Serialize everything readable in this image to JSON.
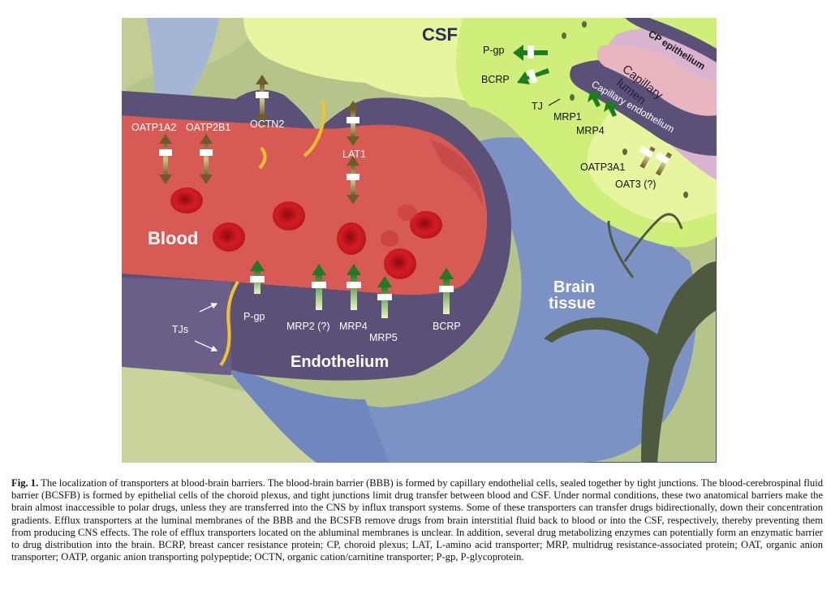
{
  "diagram": {
    "regions": {
      "blood": "Blood",
      "endothelium": "Endothelium",
      "brain_tissue": "Brain\ntissue",
      "csf": "CSF",
      "cp_epithelium": "CP epithelium",
      "capillary_lumen": "Capillary\nlumen",
      "capillary_endothelium": "Capillary endothelium"
    },
    "bbb_transporters": {
      "oatp1a2": "OATP1A2",
      "oatp2b1": "OATP2B1",
      "octn2": "OCTN2",
      "lat1": "LAT1",
      "pgp": "P-gp",
      "mrp2": "MRP2 (?)",
      "mrp4": "MRP4",
      "mrp5": "MRP5",
      "bcrp": "BCRP",
      "tjs": "TJs"
    },
    "bcsfb_transporters": {
      "pgp": "P-gp",
      "bcrp": "BCRP",
      "tj": "TJ",
      "mrp1": "MRP1",
      "mrp4": "MRP4",
      "oatp3a1": "OATP3A1",
      "oat3": "OAT3 (?)"
    },
    "colors": {
      "frame_bg": "#b5c48a",
      "endothelium": "#5b5078",
      "blood": "#d75a55",
      "rbc": "#c81820",
      "csf_green": "#e6f59e",
      "brain": "#7d92c4",
      "tree": "#4e5a3e",
      "efflux_arrow": "#2f9a2f",
      "bidir_arrow": "#8a7a3a"
    }
  },
  "caption": {
    "label": "Fig. 1.",
    "text": " The localization of transporters at blood-brain barriers. The blood-brain barrier (BBB) is formed by capillary endothelial cells, sealed together by tight junctions. The blood-cerebrospinal fluid barrier (BCSFB) is formed by epithelial cells of the choroid plexus, and tight junctions limit drug transfer between blood and CSF. Under normal conditions, these two anatomical barriers make the brain almost inaccessible to polar drugs, unless they are transferred into the CNS by influx transport systems. Some of these transporters can transfer drugs bidirectionally, down their concentration gradients. Efflux transporters at the luminal membranes of the BBB and the BCSFB remove drugs from brain interstitial fluid back to blood or into the CSF, respectively, thereby preventing them from producing CNS effects. The role of efflux transporters located on the abluminal membranes is unclear. In addition, several drug metabolizing enzymes can potentially form an enzymatic barrier to drug distribution into the brain. BCRP, breast cancer resistance protein; CP, choroid plexus; LAT, L-amino acid transporter; MRP, multidrug resistance-associated protein; OAT, organic anion transporter; OATP, organic anion transporting polypeptide; OCTN, organic cation/carnitine transporter; P-gp, P-glycoprotein."
  }
}
